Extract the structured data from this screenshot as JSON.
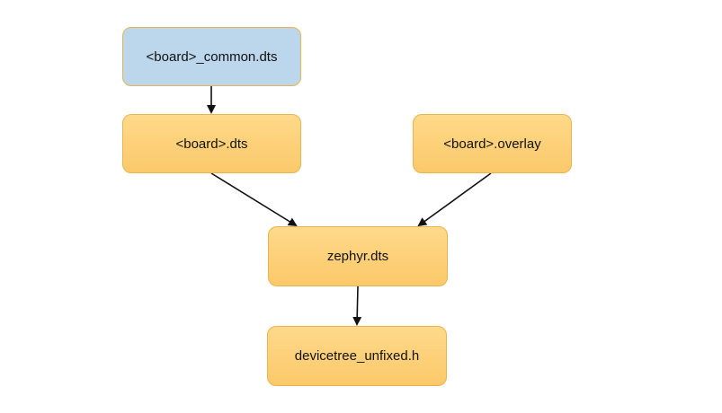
{
  "diagram": {
    "nodes": {
      "common": {
        "label": "<board>_common.dts",
        "color": "#bcd6ec"
      },
      "board": {
        "label": "<board>.dts",
        "color": "#fbc96a"
      },
      "overlay": {
        "label": "<board>.overlay",
        "color": "#fbc96a"
      },
      "zephyr": {
        "label": "zephyr.dts",
        "color": "#fbc96a"
      },
      "unfixed": {
        "label": "devicetree_unfixed.h",
        "color": "#fbc96a"
      }
    },
    "edges": [
      {
        "from": "common",
        "to": "board"
      },
      {
        "from": "board",
        "to": "zephyr"
      },
      {
        "from": "overlay",
        "to": "zephyr"
      },
      {
        "from": "zephyr",
        "to": "unfixed"
      }
    ]
  }
}
